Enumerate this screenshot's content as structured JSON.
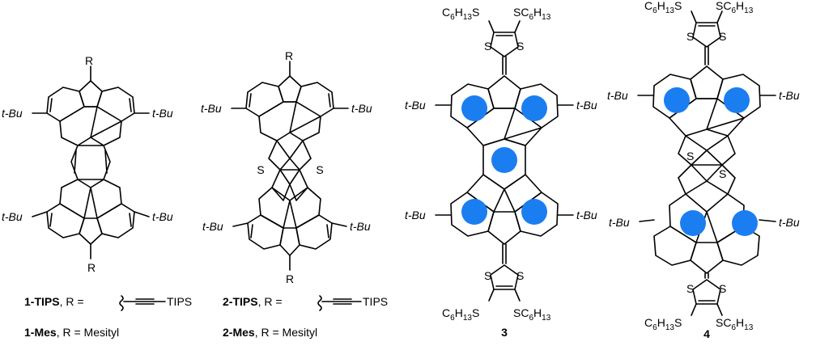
{
  "compounds": [
    {
      "id": "1",
      "top_r": "R",
      "bottom_r": "R",
      "left_top": "t-Bu",
      "right_top": "t-Bu",
      "left_bottom": "t-Bu",
      "right_bottom": "t-Bu",
      "legend1_name": "1-TIPS",
      "legend1_rest": ", R = ",
      "legend1_sub": "TIPS",
      "legend2_name": "1-Mes",
      "legend2_rest": ", R = Mesityl"
    },
    {
      "id": "2",
      "top_r": "R",
      "bottom_r": "R",
      "left_top": "t-Bu",
      "right_top": "t-Bu",
      "left_bottom": "t-Bu",
      "right_bottom": "t-Bu",
      "s_left": "S",
      "s_right": "S",
      "legend1_name": "2-TIPS",
      "legend1_rest": ", R = ",
      "legend1_sub": "TIPS",
      "legend2_name": "2-Mes",
      "legend2_rest": ", R = Mesityl"
    },
    {
      "id": "3",
      "label": "3",
      "hexyl_top_left": "C6H13S",
      "hexyl_top_right": "SC6H13",
      "hexyl_bottom_left": "C6H13S",
      "hexyl_bottom_right": "SC6H13",
      "left_top": "t-Bu",
      "right_top": "t-Bu",
      "left_bottom": "t-Bu",
      "right_bottom": "t-Bu",
      "s": "S"
    },
    {
      "id": "4",
      "label": "4",
      "hexyl_top_left": "C6H13S",
      "hexyl_top_right": "SC6H13",
      "hexyl_bottom_left": "C6H13S",
      "hexyl_bottom_right": "SC6H13",
      "left_top": "t-Bu",
      "right_top": "t-Bu",
      "left_bottom": "t-Bu",
      "right_bottom": "t-Bu",
      "s": "S"
    }
  ],
  "colors": {
    "aromatic_marker": "#1a7ef0",
    "line": "#000000"
  }
}
